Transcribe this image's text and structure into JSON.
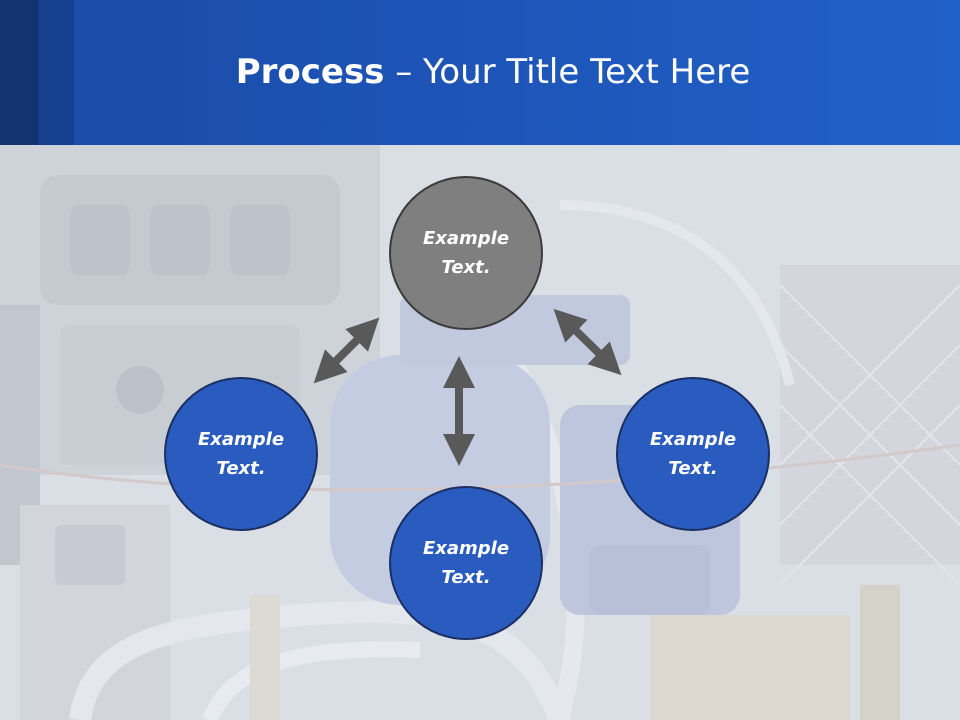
{
  "title": {
    "strong": "Process",
    "rest": " – Your Title Text Here"
  },
  "nodes": {
    "top": {
      "line1": "Example",
      "line2": "Text."
    },
    "left": {
      "line1": "Example",
      "line2": "Text."
    },
    "right": {
      "line1": "Example",
      "line2": "Text."
    },
    "bottom": {
      "line1": "Example",
      "line2": "Text."
    }
  },
  "colors": {
    "header": "#2160c8",
    "node_blue": "#2a5cc0",
    "node_gray": "#7f7f7f",
    "arrow": "#595959"
  }
}
